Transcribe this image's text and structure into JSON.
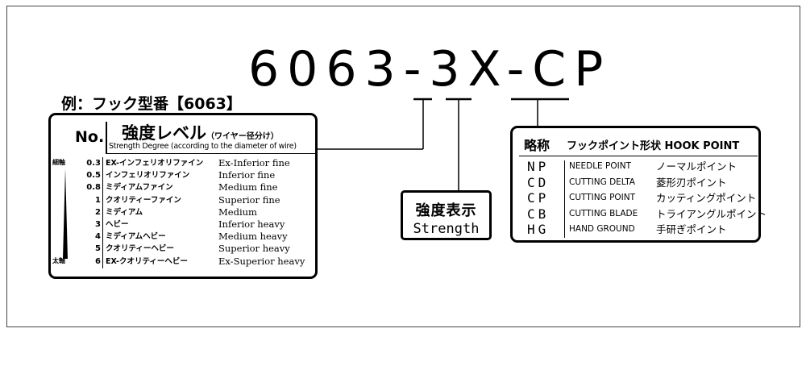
{
  "model_code": "6063-3X-CP",
  "example_title": "例：フック型番【6063】",
  "strength_table": {
    "header_no": "No.",
    "header_title": "強度レベル",
    "header_title_note": "（ワイヤー径分け）",
    "header_subtitle": "Strength Degree (according to the diameter of wire)",
    "thin_label": "細軸",
    "thick_label": "太軸",
    "rows": [
      {
        "no": "0.3",
        "jp": "EX-インフェリオリファイン",
        "en": "Ex-Inferior fine"
      },
      {
        "no": "0.5",
        "jp": "インフェリオリファイン",
        "en": "Inferior fine"
      },
      {
        "no": "0.8",
        "jp": "ミディアムファイン",
        "en": "Medium fine"
      },
      {
        "no": "1",
        "jp": "クオリティーファイン",
        "en": "Superior fine"
      },
      {
        "no": "2",
        "jp": "ミディアム",
        "en": "Medium"
      },
      {
        "no": "3",
        "jp": "ヘビー",
        "en": "Inferior heavy"
      },
      {
        "no": "4",
        "jp": "ミディアムヘビー",
        "en": "Medium heavy"
      },
      {
        "no": "5",
        "jp": "クオリティーヘビー",
        "en": "Superior heavy"
      },
      {
        "no": "6",
        "jp": "EX-クオリティーヘビー",
        "en": "Ex-Superior heavy"
      }
    ]
  },
  "strength_box": {
    "title": "強度表示",
    "subtitle": "Strength"
  },
  "hook_point": {
    "header_abbr": "略称",
    "header_rest": "フックポイント形状 HOOK POINT",
    "rows": [
      {
        "code": "NP",
        "en": "NEEDLE POINT",
        "jp": "ノーマルポイント"
      },
      {
        "code": "CD",
        "en": "CUTTING DELTA",
        "jp": "菱形刃ポイント"
      },
      {
        "code": "CP",
        "en": "CUTTING POINT",
        "jp": "カッティングポイント"
      },
      {
        "code": "CB",
        "en": "CUTTING BLADE",
        "jp": "トライアングルポイント"
      },
      {
        "code": "HG",
        "en": "HAND GROUND",
        "jp": "手研ぎポイント"
      }
    ]
  }
}
